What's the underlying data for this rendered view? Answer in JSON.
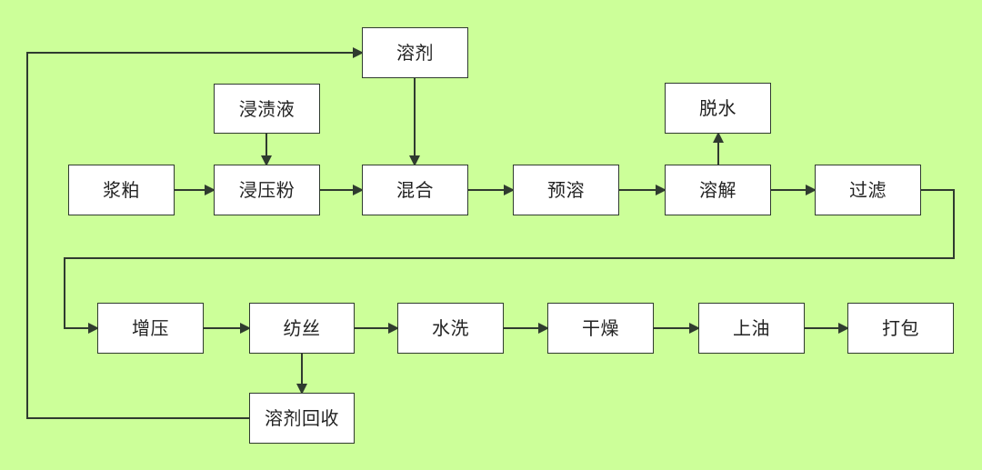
{
  "diagram": {
    "nodes": {
      "solvent": "溶剂",
      "impregnation_liquid": "浸渍液",
      "pulp": "浆粕",
      "impregnate_press_crush": "浸压粉",
      "mixing": "混合",
      "pre_dissolve": "预溶",
      "dissolve": "溶解",
      "filter": "过滤",
      "dehydrate": "脱水",
      "pressurize": "增压",
      "spinning": "纺丝",
      "water_wash": "水洗",
      "drying": "干燥",
      "oiling": "上油",
      "packing": "打包",
      "solvent_recovery": "溶剂回收"
    }
  },
  "colors": {
    "background": "#ccff99",
    "node_fill": "#ffffff",
    "stroke": "#2f3b2f",
    "text": "#222222"
  }
}
